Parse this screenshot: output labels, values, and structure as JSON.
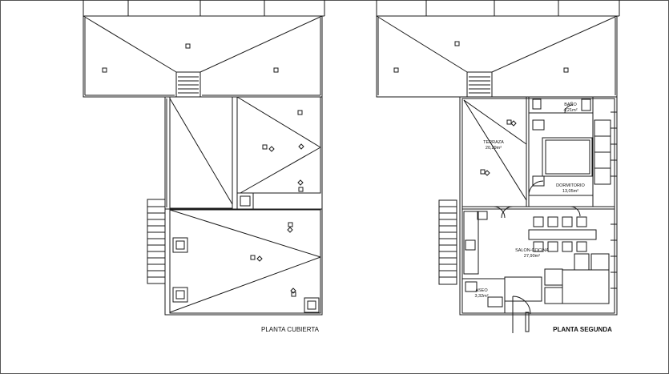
{
  "drawings": {
    "roof_plan_title": "PLANTA CUBIERTA",
    "second_floor_title": "PLANTA SEGUNDA"
  },
  "rooms": [
    {
      "name": "BAÑO",
      "area": "4,21m²"
    },
    {
      "name": "TERRAZA",
      "area": "20,29m²"
    },
    {
      "name": "DORMITORIO",
      "area": "13,05m²"
    },
    {
      "name": "SALON-COCINA",
      "area": "27,90m²"
    },
    {
      "name": "ASEO",
      "area": "3,32m²"
    }
  ],
  "colors": {
    "line": "#1a1a1a",
    "background": "#ffffff"
  }
}
